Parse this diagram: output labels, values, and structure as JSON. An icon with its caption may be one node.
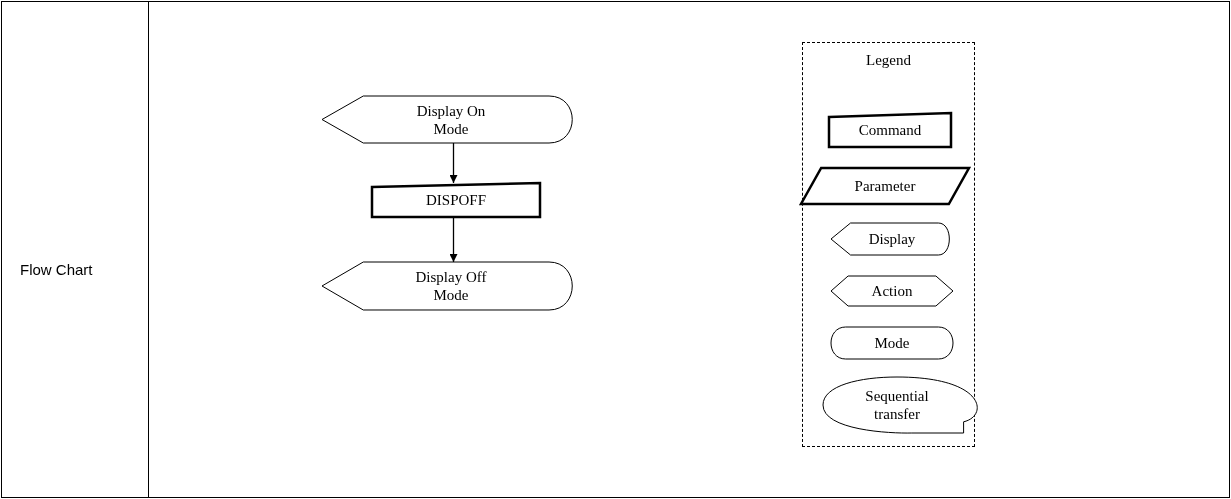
{
  "diagram": {
    "nodes": [
      {
        "text": [
          "Display On Mode"
        ]
      },
      {
        "text": [
          "DISPOFF"
        ]
      },
      {
        "text": [
          "Display Off Mode"
        ]
      },
      {
        "text": [
          "Legend"
        ]
      },
      {
        "text": [
          "Command"
        ],
        "in": 3
      },
      {
        "text": [
          "Parameter"
        ],
        "in": 3
      },
      {
        "text": [
          "Display"
        ],
        "in": 3
      },
      {
        "text": [
          "Action"
        ],
        "in": 3
      },
      {
        "text": [
          "Mode"
        ],
        "in": 3
      },
      {
        "text": [
          "Sequential transfer"
        ],
        "in": 3
      }
    ],
    "edges": [
      {
        "from": 0,
        "to": 1,
        "arrow": "to"
      },
      {
        "from": 1,
        "to": 2,
        "arrow": "to"
      }
    ],
    "labels": [
      "Flow Chart"
    ]
  }
}
